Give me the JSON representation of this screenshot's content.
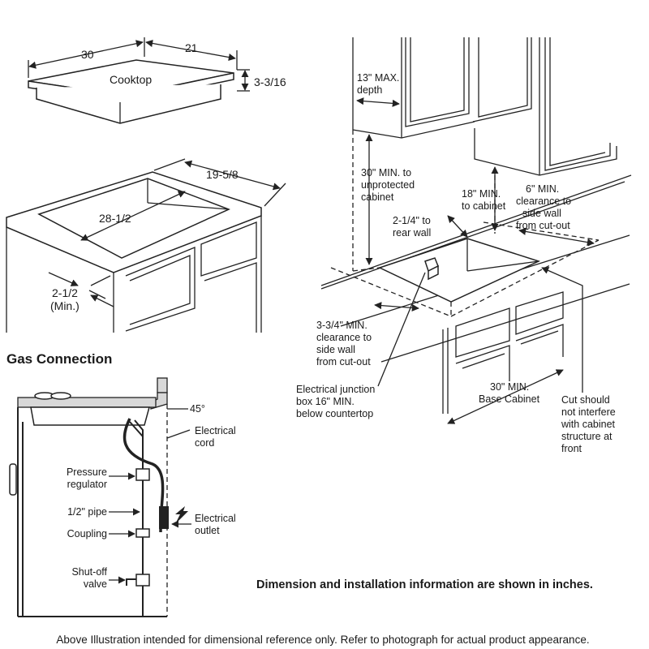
{
  "cooktop": {
    "name": "Cooktop",
    "width": "30",
    "depth": "21",
    "height": "3-3/16"
  },
  "cutout": {
    "depth": "19-5/8",
    "width": "28-1/2",
    "front_min": "2-1/2",
    "front_min_note": "(Min.)"
  },
  "gas": {
    "heading": "Gas Connection",
    "angle": "45°",
    "electrical_cord": [
      "Electrical",
      "cord"
    ],
    "pressure_regulator": [
      "Pressure",
      "regulator"
    ],
    "pipe": "1/2\" pipe",
    "coupling": "Coupling",
    "electrical_outlet": [
      "Electrical",
      "outlet"
    ],
    "shutoff_valve": [
      "Shut-off",
      "valve"
    ]
  },
  "install": {
    "max_depth": [
      "13\" MAX.",
      "depth"
    ],
    "unprotected": [
      "30\" MIN. to",
      "unprotected",
      "cabinet"
    ],
    "to_cabinet": [
      "18\" MIN.",
      "to cabinet"
    ],
    "side_right": [
      "6\" MIN.",
      "clearance to",
      "side wall",
      "from cut-out"
    ],
    "rear_wall": [
      "2-1/4\" to",
      "rear wall"
    ],
    "side_left": [
      "3-3/4\" MIN.",
      "clearance to",
      "side wall",
      "from cut-out"
    ],
    "junction": [
      "Electrical junction",
      "box 16\" MIN.",
      "below countertop"
    ],
    "base_cabinet": [
      "30\" MIN.",
      "Base Cabinet"
    ],
    "cut_note": [
      "Cut should",
      "not interfere",
      "with cabinet",
      "structure at",
      "front"
    ]
  },
  "notes": {
    "dimension_note": "Dimension and installation information are shown in inches.",
    "footer": "Above Illustration intended for dimensional reference only. Refer to photograph for actual product appearance."
  }
}
